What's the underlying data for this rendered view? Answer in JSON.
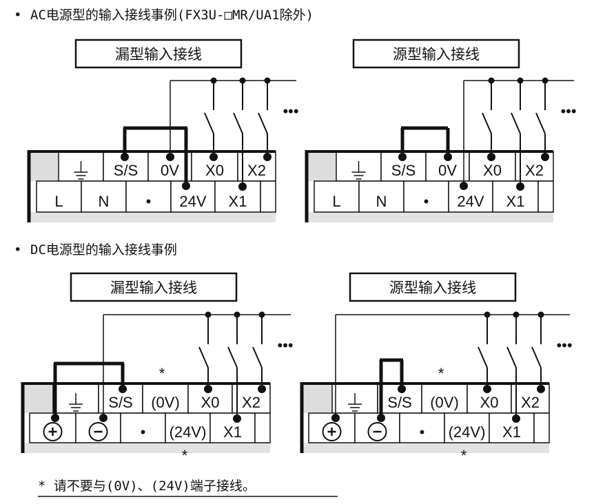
{
  "sections": [
    {
      "heading": "AC电源型的输入接线事例(FX3U-□MR/UA1除外)",
      "panels": [
        {
          "title": "漏型输入接线",
          "upper": [
            "S/S",
            "0V",
            "X0",
            "X2"
          ],
          "lower": [
            "L",
            "N",
            "•",
            "24V",
            "X1"
          ],
          "ellipsis": "•••"
        },
        {
          "title": "源型输入接线",
          "upper": [
            "S/S",
            "0V",
            "X0",
            "X2"
          ],
          "lower": [
            "L",
            "N",
            "•",
            "24V",
            "X1"
          ],
          "ellipsis": "•••"
        }
      ]
    },
    {
      "heading": "DC电源型的输入接线事例",
      "panels": [
        {
          "title": "漏型输入接线",
          "upper": [
            "S/S",
            "(0V)",
            "X0",
            "X2"
          ],
          "lower": [
            "⊕",
            "⊖",
            "•",
            "(24V)",
            "X1"
          ],
          "ellipsis": "•••",
          "star": "*"
        },
        {
          "title": "源型输入接线",
          "upper": [
            "S/S",
            "(0V)",
            "X0",
            "X2"
          ],
          "lower": [
            "⊕",
            "⊖",
            "•",
            "(24V)",
            "X1"
          ],
          "ellipsis": "•••",
          "star": "*"
        }
      ]
    }
  ],
  "bullet": "•",
  "footnote": "* 请不要与(0V)、(24V)端子接线。"
}
